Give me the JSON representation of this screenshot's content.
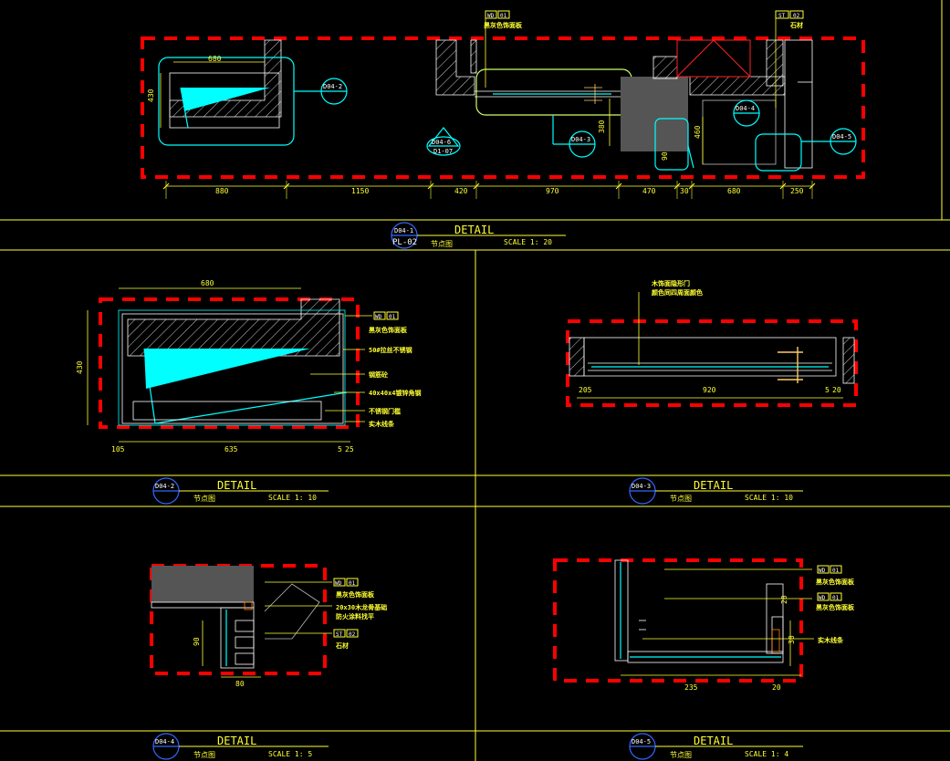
{
  "colors": {
    "background": "#000000",
    "frame": "#ffff33",
    "boundary": "#ff0000",
    "cyan": "#00ffff",
    "text": "#ffff33",
    "hatch": "#ffffff"
  },
  "top": {
    "dims": [
      "880",
      "1150",
      "420",
      "970",
      "470",
      "30",
      "680",
      "250"
    ],
    "left_width": "680",
    "left_height": "430",
    "dim_380": "380",
    "dim_460": "460",
    "dim_90": "90",
    "tag_wd": {
      "code": "WD",
      "num": "01",
      "label": "黑灰色饰面板"
    },
    "tag_st": {
      "code": "ST",
      "num": "02",
      "label": "石材"
    },
    "bubbles": [
      "D04-2",
      "D04-3",
      "D04-4",
      "D04-5"
    ],
    "marker": {
      "ref": "D04-6",
      "sheet": "D1-07"
    },
    "title": {
      "word": "DETAIL",
      "bubble_ref": "D04-1",
      "bubble_sheet": "PL-02",
      "label": "节点图",
      "scale": "SCALE 1: 20"
    }
  },
  "panel2": {
    "width": "680",
    "height": "430",
    "bottom_dims": [
      "105",
      "635",
      "5",
      "25"
    ],
    "tag": {
      "code": "WD",
      "num": "01",
      "label": "黑灰色饰面板"
    },
    "notes": [
      "50#拉丝不锈钢",
      "钢筋砼",
      "40x40x4镀锌角钢",
      "不锈钢门槛",
      "实木线条"
    ],
    "title": {
      "word": "DETAIL",
      "bubble": "D04-2",
      "label": "节点图",
      "scale": "SCALE 1: 10"
    }
  },
  "panel3": {
    "notes": [
      "木饰面隐形门",
      "颜色同四周面颜色"
    ],
    "dims": [
      "205",
      "920",
      "5",
      "20"
    ],
    "title": {
      "word": "DETAIL",
      "bubble": "D04-3",
      "label": "节点图",
      "scale": "SCALE 1: 10"
    }
  },
  "panel4": {
    "dims": [
      "90",
      "80"
    ],
    "tag_wd": {
      "code": "WD",
      "num": "01",
      "label": "黑灰色饰面板"
    },
    "notes": [
      "20x30木龙骨基础",
      "防火涂料找平"
    ],
    "tag_st": {
      "code": "ST",
      "num": "02",
      "label": "石材"
    },
    "title": {
      "word": "DETAIL",
      "bubble": "D04-4",
      "label": "节点图",
      "scale": "SCALE 1: 5"
    }
  },
  "panel5": {
    "dims": [
      "235",
      "20",
      "30",
      "20"
    ],
    "tags": [
      {
        "code": "WD",
        "num": "01",
        "label": "黑灰色饰面板"
      },
      {
        "code": "WD",
        "num": "01",
        "label": "黑灰色饰面板"
      }
    ],
    "notes": [
      "实木线条"
    ],
    "title": {
      "word": "DETAIL",
      "bubble": "D04-5",
      "label": "节点图",
      "scale": "SCALE 1: 4"
    }
  }
}
